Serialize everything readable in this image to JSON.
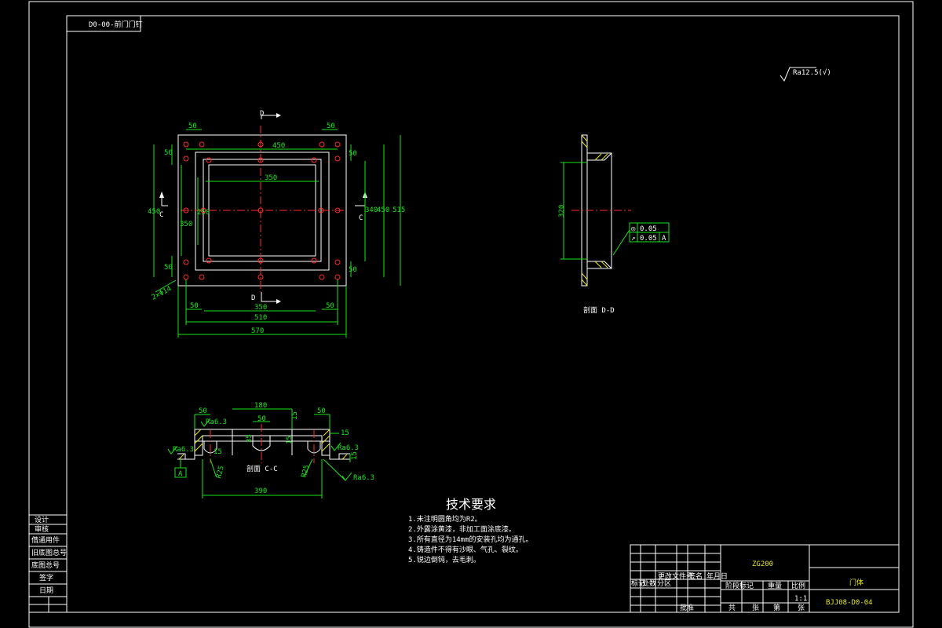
{
  "drawing": {
    "corner_label": "D0-00-前门门钉",
    "roughness": "Ra12.5(√)",
    "front_view": {
      "dims": {
        "top_left": "50",
        "top_right": "50",
        "width_inner_holes": "450",
        "inner_window": "350",
        "left_total": "450",
        "left_inner": "350",
        "left_window": "250",
        "left_top": "50",
        "left_bottom": "50",
        "right_a": "340",
        "right_b": "450",
        "right_total": "515",
        "right_top": "50",
        "right_bottom": "50",
        "bottom_left": "50",
        "bottom_right": "50",
        "bottom_350": "350",
        "bottom_510": "510",
        "bottom_570": "570",
        "holes_note": "2×Φ14"
      },
      "section_marks": {
        "d_top": "D",
        "d_bottom": "D",
        "c_left": "C",
        "c_right": "C"
      }
    },
    "section_dd": {
      "label": "剖面 D-D",
      "dim_height": "320",
      "tol_1_sym": "◎",
      "tol_1_val": "0.05",
      "tol_2_sym": "↗",
      "tol_2_val": "0.05",
      "tol_2_ref": "A"
    },
    "section_cc": {
      "label": "剖面 C-C",
      "dims": {
        "d50a": "50",
        "d180": "180",
        "d50b": "50",
        "d15a": "15",
        "d50c": "50",
        "d15b": "15",
        "d35": "35",
        "d15c": "15",
        "d15d": "15",
        "d15e": "15",
        "r25a": "R25",
        "r25b": "R25",
        "d390": "390"
      },
      "rough_1": "Ra6.3",
      "rough_2": "Ra6.3",
      "rough_3": "Ra6.3",
      "rough_4": "Ra6.3",
      "datum": "A"
    },
    "tech_req": {
      "title": "技术要求",
      "items": [
        "1.未注明圆角均为R2。",
        "2.外露涂黄漆，非加工面涂底漆。",
        "3.所有直径为14mm的安装孔均为通孔。",
        "4.铸造件不得有沙眼、气孔、裂纹。",
        "5.锐边倒钝，去毛刺。"
      ]
    },
    "title_block": {
      "material": "ZG200",
      "name": "门体",
      "code": "BJJ08-D0-04",
      "scale": "1:1",
      "row_labels": [
        "标记",
        "处数",
        "分区",
        "更改文件号",
        "签名",
        "年月日"
      ],
      "row2_labels": [
        "阶段标记",
        "重量",
        "比例"
      ],
      "row3_labels": [
        "共",
        "张",
        "第",
        "张"
      ],
      "approve": "批准"
    },
    "side_block": {
      "labels": [
        "借通用件",
        "旧底图总号",
        "底图总号",
        "签字",
        "日期"
      ],
      "top_labels": [
        "设计",
        "审核"
      ]
    }
  }
}
